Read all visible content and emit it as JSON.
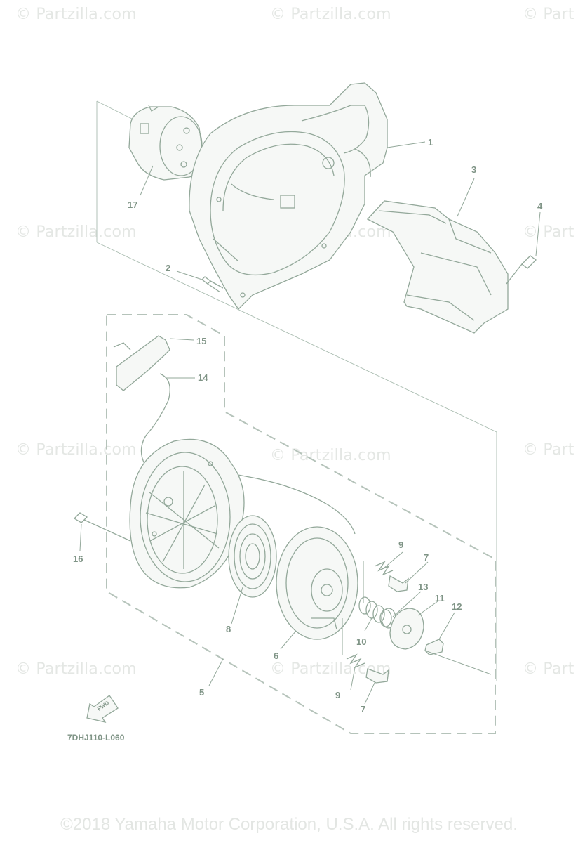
{
  "watermark": {
    "text": "© Partzilla.com"
  },
  "watermark_rows": [
    [
      "© Partzilla.com",
      "© Partzilla.com",
      "© Part"
    ],
    [
      "© Partzilla.com",
      "© Partzilla.com",
      "© Part"
    ],
    [
      "© Partzilla.com",
      "© Partzilla.com",
      "© Part"
    ],
    [
      "© Partzilla.com",
      "© Partzilla.com",
      "© Part"
    ]
  ],
  "callouts": [
    "1",
    "2",
    "3",
    "4",
    "5",
    "6",
    "7",
    "7",
    "8",
    "9",
    "9",
    "10",
    "11",
    "12",
    "13",
    "14",
    "15",
    "16",
    "17"
  ],
  "figure_code": "7DHJ110-L060",
  "fwd_label": "FWD",
  "copyright": "©2018 Yamaha Motor Corporation, U.S.A. All rights reserved.",
  "colors": {
    "line": "#93a89a",
    "label": "#7f9486",
    "watermark": "#e4e7e4"
  }
}
